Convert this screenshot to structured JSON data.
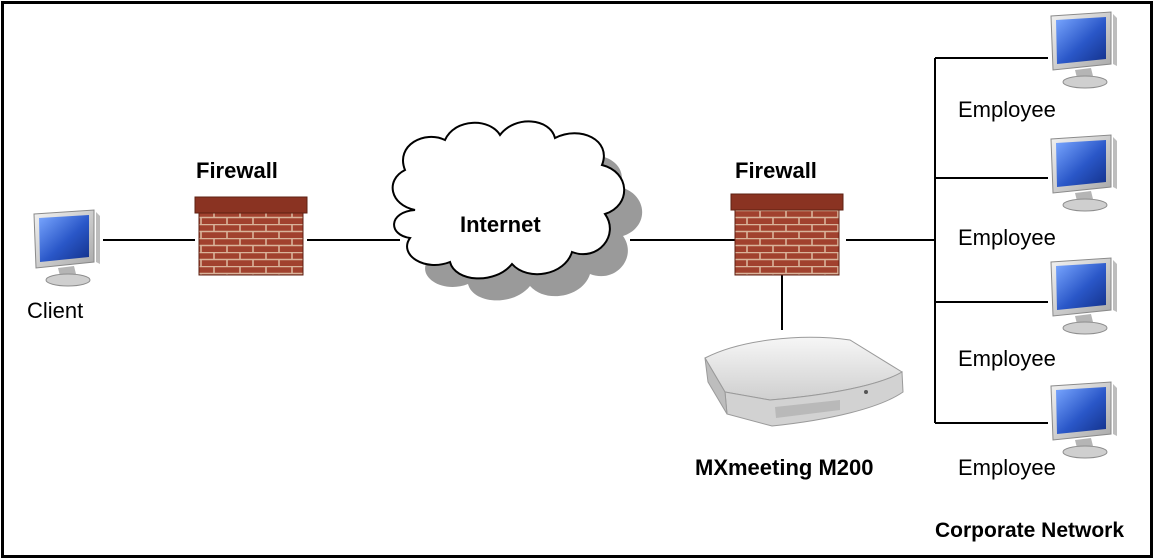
{
  "labels": {
    "client": "Client",
    "firewall_left": "Firewall",
    "firewall_right": "Firewall",
    "internet": "Internet",
    "device": "MXmeeting M200",
    "employee_1": "Employee",
    "employee_2": "Employee",
    "employee_3": "Employee",
    "employee_4": "Employee",
    "network": "Corporate Network"
  },
  "icons": {
    "client": "desktop-computer-icon",
    "firewall": "brick-wall-icon",
    "internet": "cloud-icon",
    "device": "router-icon",
    "employee": "desktop-computer-icon"
  },
  "colors": {
    "brick": "#a1412e",
    "mortar": "#d9b39a",
    "screen": "#2a57c8",
    "cloud_shadow": "#9a9a9a",
    "frame": "#000000"
  }
}
